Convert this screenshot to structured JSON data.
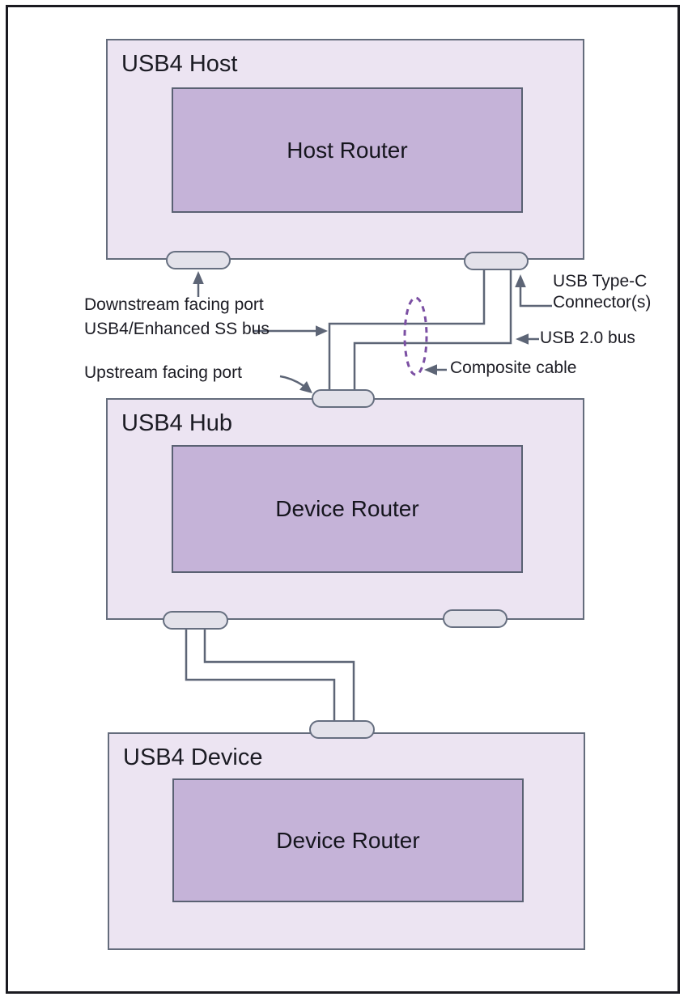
{
  "devices": {
    "host": {
      "label": "USB4 Host",
      "router": "Host Router"
    },
    "hub": {
      "label": "USB4 Hub",
      "router": "Device Router"
    },
    "device": {
      "label": "USB4 Device",
      "router": "Device Router"
    }
  },
  "annotations": {
    "downstream_port": "Downstream facing port",
    "ss_bus": "USB4/Enhanced SS bus",
    "upstream_port": "Upstream facing port",
    "type_c_line1": "USB Type-C",
    "type_c_line2": "Connector(s)",
    "usb20_bus": "USB 2.0 bus",
    "composite_cable": "Composite cable"
  },
  "colors": {
    "device_fill": "#ece4f2",
    "router_fill": "#c5b3d8",
    "port_fill": "#e3e2ea",
    "box_border": "#646c7c",
    "line": "#5d6576",
    "composite_ellipse": "#7b4fa3",
    "text": "#1c1c24",
    "frame_border": "#1a1a20"
  }
}
